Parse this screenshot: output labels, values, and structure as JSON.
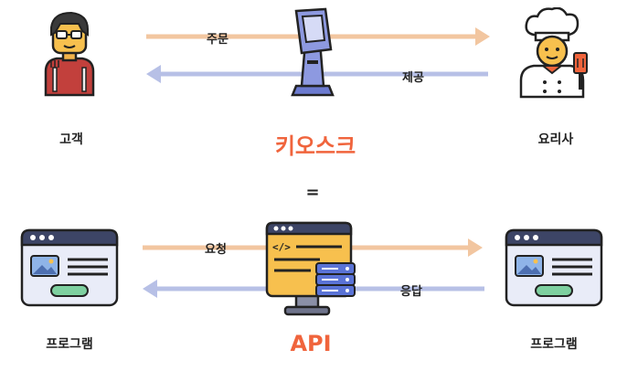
{
  "colors": {
    "accent": "#f0643c",
    "arrow_forward": "#f2c6a0",
    "arrow_backward": "#b7c0e6"
  },
  "top_row": {
    "left_actor": {
      "label": "고객",
      "icon": "customer-icon"
    },
    "right_actor": {
      "label": "요리사",
      "icon": "chef-icon"
    },
    "center": {
      "label": "키오스크",
      "icon": "kiosk-icon"
    },
    "forward_label": "주문",
    "backward_label": "제공"
  },
  "equals_sign": "=",
  "bottom_row": {
    "left_actor": {
      "label": "프로그램",
      "icon": "program-window-icon"
    },
    "right_actor": {
      "label": "프로그램",
      "icon": "program-window-icon"
    },
    "center": {
      "label": "API",
      "icon": "api-monitor-icon"
    },
    "forward_label": "요청",
    "backward_label": "응답"
  }
}
